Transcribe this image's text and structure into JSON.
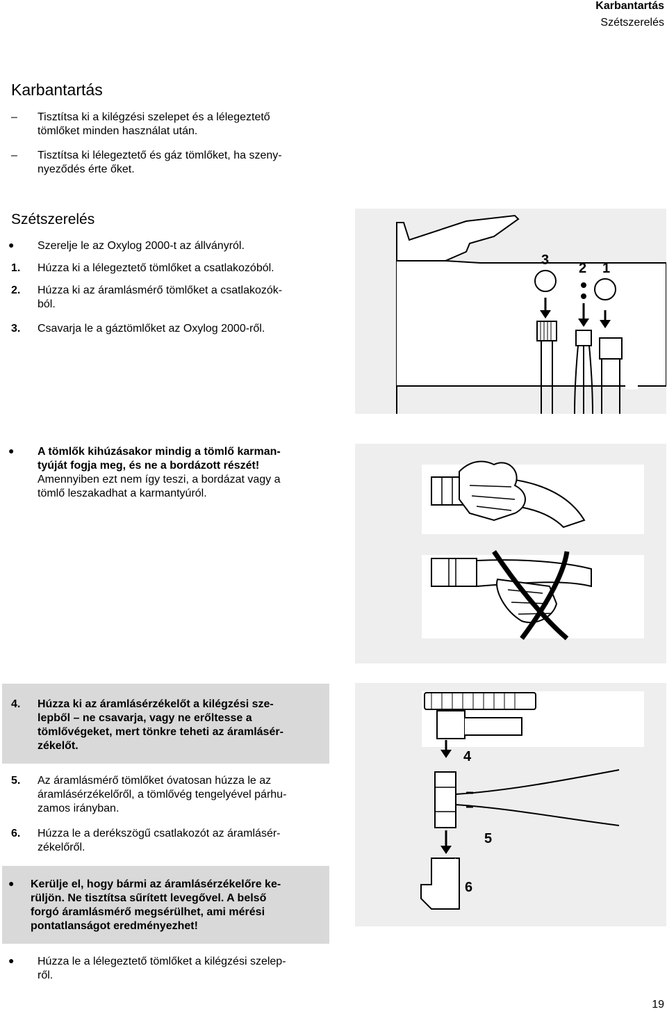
{
  "header": {
    "title": "Karbantartás",
    "subtitle": "Szétszerelés"
  },
  "maintenance": {
    "heading": "Karbantartás",
    "items": [
      [
        "Tisztítsa ki a kilégzési szelepet és a lélegeztető",
        "tömlőket minden használat után."
      ],
      [
        "Tisztítsa ki lélegeztető és gáz tömlőket, ha szeny-",
        "nyeződés érte őket."
      ]
    ]
  },
  "disassembly": {
    "heading": "Szétszerelés",
    "bullet1": "Szerelje le az Oxylog 2000-t az állványról.",
    "steps": [
      {
        "num": "1.",
        "lines": [
          "Húzza ki a lélegeztető tömlőket a csatlakozóból."
        ]
      },
      {
        "num": "2.",
        "lines": [
          "Húzza ki az áramlásmérő tömlőket a csatlakozók-",
          "ból."
        ]
      },
      {
        "num": "3.",
        "lines": [
          "Csavarja le a gáztömlőket az Oxylog 2000-ről."
        ]
      }
    ],
    "figure1_labels": [
      "3",
      "2",
      "1"
    ]
  },
  "warning1": {
    "bold_lines": [
      "A tömlők kihúzásakor mindig a tömlő karman-",
      "tyúját fogja meg, és ne a bordázott részét!"
    ],
    "normal_lines": [
      "Amennyiben ezt nem így teszi, a bordázat vagy a",
      "tömlő leszakadhat a karmantyúról."
    ]
  },
  "step4": {
    "num": "4.",
    "lines": [
      "Húzza ki az áramlásérzékelőt a kilégzési sze-",
      "lepből – ne csavarja, vagy ne erőltesse a",
      "tömlővégeket, mert tönkre teheti az áramlásér-",
      "zékelőt."
    ]
  },
  "step5": {
    "num": "5.",
    "lines": [
      "Az áramlásmérő tömlőket óvatosan húzza le az",
      "áramlásérzékelőről, a tömlővég tengelyével párhu-",
      "zamos irányban."
    ]
  },
  "step6": {
    "num": "6.",
    "lines": [
      "Húzza le a derékszögű csatlakozót az áramlásér-",
      "zékelőről."
    ]
  },
  "warning2": {
    "lines": [
      "Kerülje el, hogy bármi az áramlásérzékelőre ke-",
      "rüljön. Ne tisztítsa sűrített levegővel. A belső",
      "forgó áramlásmérő megsérülhet, ami mérési",
      "pontatlanságot eredményezhet!"
    ]
  },
  "final_bullet": {
    "lines": [
      "Húzza le a lélegeztető tömlőket a kilégzési szelep-",
      "ről."
    ]
  },
  "figure3_labels": [
    "4",
    "5",
    "6"
  ],
  "page_number": "19"
}
